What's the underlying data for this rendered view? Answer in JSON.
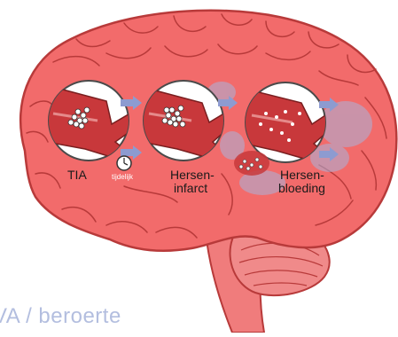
{
  "labels": {
    "tia": "TIA",
    "tijdelijk": "tijdelijk",
    "herseninfarct_line1": "Hersen-",
    "herseninfarct_line2": "infarct",
    "hersenbloeding_line1": "Hersen-",
    "hersenbloeding_line2": "bloeding"
  },
  "caption": "VA / beroerte",
  "colors": {
    "brain": "#f26b6b",
    "brain_outline": "#b83a3a",
    "cerebellum": "#f08a8a",
    "vessel": "#c8383b",
    "arrow": "#8d9bd0",
    "caption": "#b3bedf"
  },
  "icons": [
    "brain-illustration",
    "clock-icon",
    "clot-icon",
    "bleed-icon"
  ]
}
